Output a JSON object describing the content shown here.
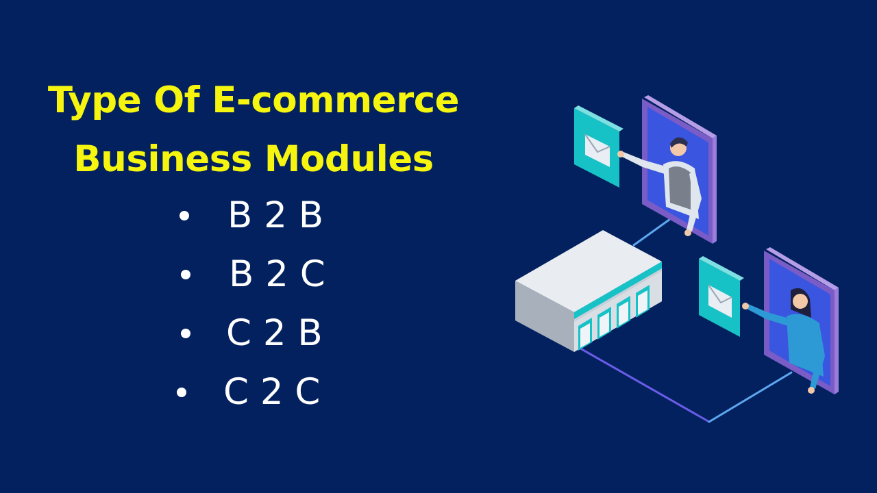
{
  "slide": {
    "title_line1": "Type Of E-commerce",
    "title_line2": "Business Modules",
    "bullets": [
      {
        "label": "B 2 B"
      },
      {
        "label": "B 2 C"
      },
      {
        "label": "C 2 B"
      },
      {
        "label": "C 2 C"
      }
    ]
  },
  "colors": {
    "background": "#03215e",
    "title": "#f5f50f",
    "bullet_text": "#ffffff"
  },
  "illustration": {
    "icons": [
      "server-icon",
      "tablet-icon",
      "businessman-icon",
      "businesswoman-icon",
      "envelope-icon",
      "connection-line-icon"
    ]
  }
}
